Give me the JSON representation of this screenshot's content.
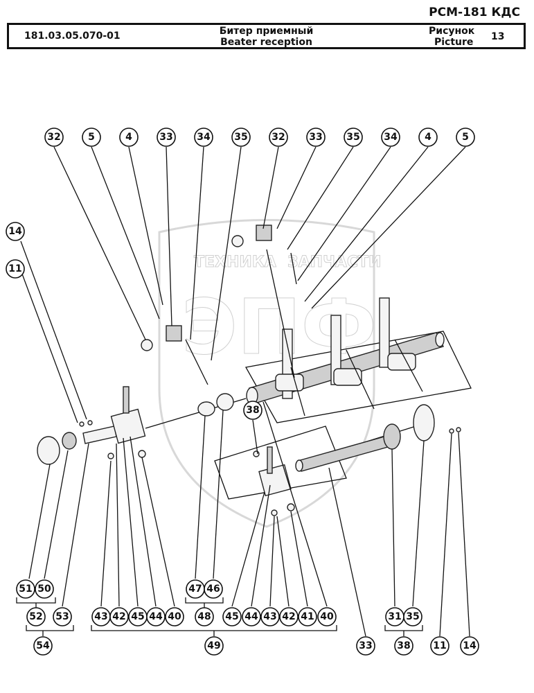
{
  "header": {
    "model": "РСМ-181 КДС",
    "code": "181.03.05.070-01",
    "title_ru": "Битер приемный",
    "title_en": "Beater reception",
    "picture_label_ru": "Рисунок",
    "picture_label_en": "Picture",
    "picture_number": "13"
  },
  "watermark": {
    "line1": "ТЕХНИКА",
    "line2": "ЗАПЧАСТИ",
    "logo": "ЭПФ"
  },
  "callouts_top": [
    "32",
    "5",
    "4",
    "33",
    "34",
    "35",
    "32",
    "33",
    "35",
    "34",
    "4",
    "5"
  ],
  "callouts_left": [
    "14",
    "11"
  ],
  "callouts_mid": [
    "38"
  ],
  "callouts_bottom_row1": [
    "51",
    "50",
    "47",
    "46"
  ],
  "callouts_bottom_row2": [
    "52",
    "53",
    "43",
    "42",
    "45",
    "44",
    "40",
    "48",
    "45",
    "44",
    "43",
    "42",
    "41",
    "40",
    "31",
    "35"
  ],
  "callouts_bottom_row3": [
    "54",
    "49",
    "33",
    "38",
    "11",
    "14"
  ]
}
